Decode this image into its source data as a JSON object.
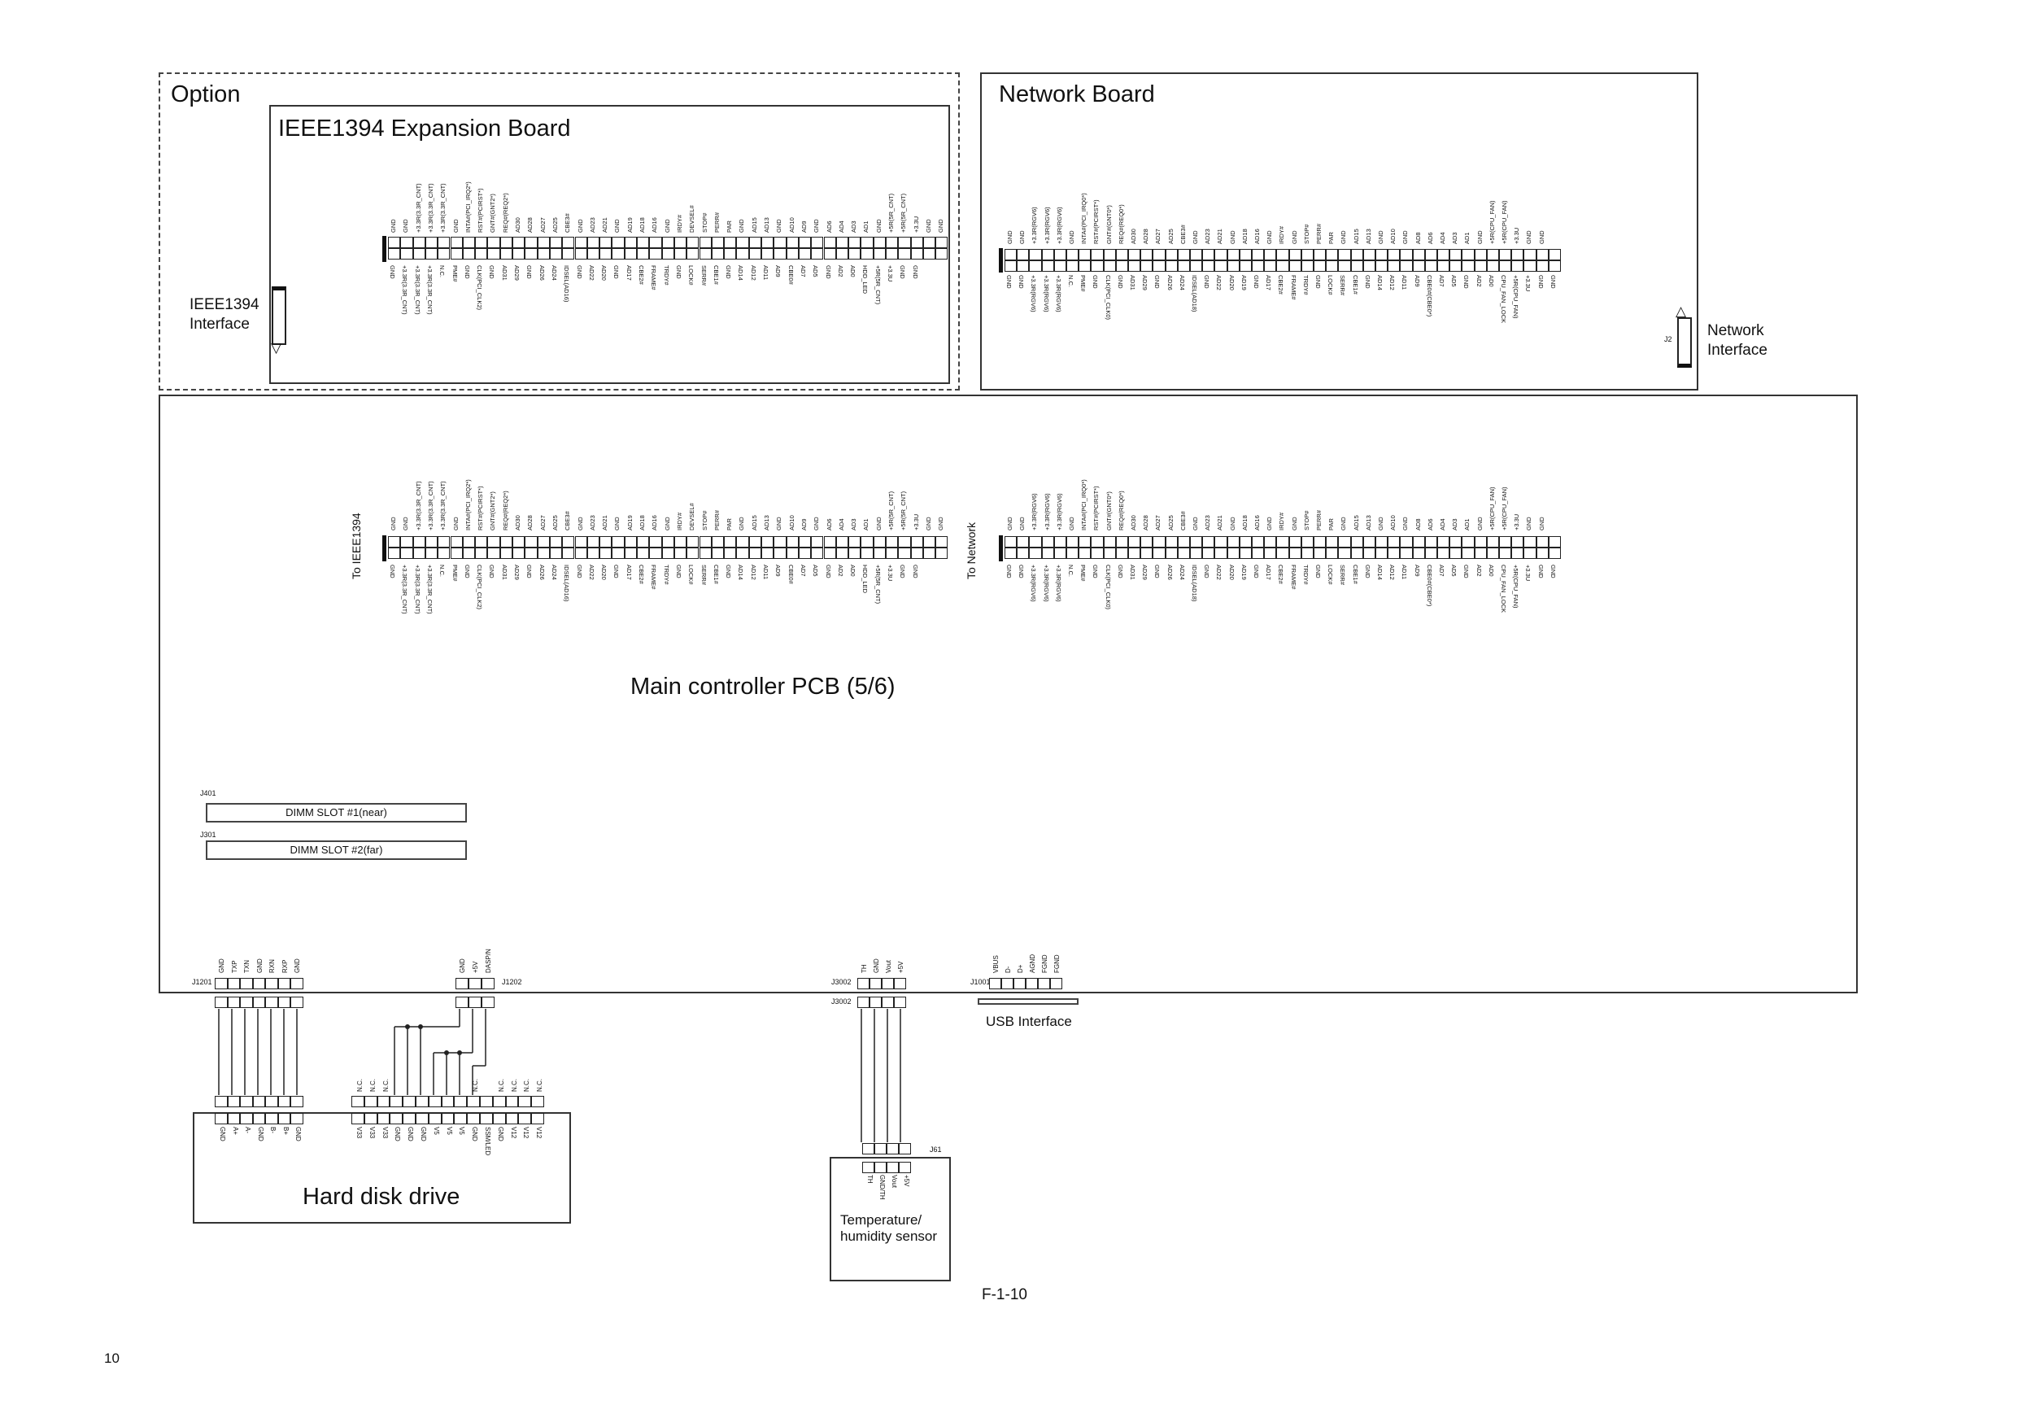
{
  "option": {
    "title": "Option",
    "ieee_board": {
      "title": "IEEE1394 Expansion Board",
      "interface_label_1": "IEEE1394",
      "interface_label_2": "Interface"
    }
  },
  "network_board": {
    "title": "Network Board",
    "interface_label_1": "Network",
    "interface_label_2": "Interface",
    "connector_id": "J2"
  },
  "main": {
    "title": "Main controller PCB (5/6)",
    "to_ieee": "To IEEE1394",
    "to_network": "To Network",
    "dimm1": "DIMM SLOT #1(near)",
    "dimm2": "DIMM SLOT #2(far)",
    "dimm1_id": "J401",
    "dimm2_id": "J301",
    "usb_label": "USB Interface"
  },
  "connectors": {
    "j1201": {
      "id": "J1201",
      "signals": [
        "GND",
        "TXP",
        "TXN",
        "GND",
        "RXN",
        "RXP",
        "GND"
      ]
    },
    "j1202": {
      "id": "J1202",
      "signals": [
        "GND",
        "+5V",
        "DASP/N"
      ]
    },
    "j3002": {
      "id": "J3002",
      "id2": "J3002",
      "signals": [
        "TH",
        "GND",
        "Vout",
        "+5V"
      ]
    },
    "j1001": {
      "id": "J1001",
      "signals": [
        "VBUS",
        "D-",
        "D+",
        "AGND",
        "FGND",
        "FGND"
      ]
    },
    "j61": {
      "id": "J61"
    }
  },
  "hdd": {
    "title": "Hard disk drive",
    "data_signals": [
      "GND",
      "A+",
      "A-",
      "GND",
      "B-",
      "B+",
      "GND"
    ],
    "power_signals": [
      "V33",
      "V33",
      "V33",
      "GND",
      "GND",
      "GND",
      "V5",
      "V5",
      "V5",
      "GND",
      "SSM/LED",
      "GND",
      "V12",
      "V12",
      "V12"
    ],
    "power_top_signals": [
      "N.C.",
      "N.C.",
      "N.C.",
      "",
      "",
      "",
      "",
      "",
      "",
      "N.C.",
      "",
      "N.C.",
      "N.C.",
      "N.C.",
      "N.C."
    ]
  },
  "sensor": {
    "title_1": "Temperature/",
    "title_2": "humidity sensor",
    "signals": [
      "TH",
      "GND/TH",
      "Vout",
      "+5V"
    ]
  },
  "pci_top_signals": [
    "GND",
    "GND",
    "+3.3R(3.3R_CNT)",
    "+3.3R(3.3R_CNT)",
    "+3.3R(3.3R_CNT)",
    "GND",
    "INTA#(PCI_IRQ2*)",
    "RST#(PCIRST*)",
    "GNT#(GNT2*)",
    "REQ#(REQ2*)",
    "AD30",
    "AD28",
    "AD27",
    "AD25",
    "CBE3#",
    "GND",
    "AD23",
    "AD21",
    "GND",
    "AD19",
    "AD18",
    "AD16",
    "GND",
    "IRDY#",
    "DEVSEL#",
    "STOP#",
    "PERR#",
    "PAR",
    "GND",
    "AD15",
    "AD13",
    "GND",
    "AD10",
    "AD9",
    "GND",
    "AD6",
    "AD4",
    "AD3",
    "AD1",
    "GND",
    "+5R(5R_CNT)",
    "+5R(5R_CNT)",
    "+3.3U",
    "GND",
    "GND"
  ],
  "pci_bottom_signals": [
    "GND",
    "+3.3R(3.3R_CNT)",
    "+3.3R(3.3R_CNT)",
    "+3.3R(3.3R_CNT)",
    "N.C.",
    "PME#",
    "GND",
    "CLK(PCI_CLK2)",
    "GND",
    "AD31",
    "AD29",
    "GND",
    "AD26",
    "AD24",
    "IDSEL(AD16)",
    "GND",
    "AD22",
    "AD20",
    "GND",
    "AD17",
    "CBE2#",
    "FRAME#",
    "TRDY#",
    "GND",
    "LOCK#",
    "SERR#",
    "CBE1#",
    "GND",
    "AD14",
    "AD12",
    "AD11",
    "AD9",
    "CBE0#",
    "AD7",
    "AD5",
    "GND",
    "AD2",
    "AD0",
    "HDD_LED",
    "+5R(5R_CNT)",
    "+3.3U",
    "GND",
    "GND"
  ],
  "net_top_signals": [
    "GND",
    "GND",
    "+3.3R(RGV6)",
    "+3.3R(RGV6)",
    "+3.3R(RGV6)",
    "GND",
    "INTA#(PCI_IRQ0*)",
    "RST#(PCIRST*)",
    "GNT#(GNT0*)",
    "REQ#(REQ0*)",
    "AD30",
    "AD28",
    "AD27",
    "AD25",
    "CBE3#",
    "GND",
    "AD23",
    "AD21",
    "GND",
    "AD18",
    "AD16",
    "GND",
    "IRDY#",
    "GND",
    "STOP#",
    "PERR#",
    "PAR",
    "GND",
    "AD15",
    "AD13",
    "GND",
    "AD10",
    "GND",
    "AD8",
    "AD6",
    "AD4",
    "AD3",
    "AD1",
    "GND",
    "+5R(CPU_FAN)",
    "+5R(CPU_FAN)",
    "+3.3U",
    "GND",
    "GND"
  ],
  "net_bottom_signals": [
    "GND",
    "GND",
    "+3.3R(RGV6)",
    "+3.3R(RGV6)",
    "+3.3R(RGV6)",
    "N.C.",
    "PME#",
    "GND",
    "CLK(PCI_CLK0)",
    "GND",
    "AD31",
    "AD29",
    "GND",
    "AD26",
    "AD24",
    "IDSEL(AD18)",
    "GND",
    "AD22",
    "AD20",
    "AD19",
    "GND",
    "AD17",
    "CBE2#",
    "FRAME#",
    "TRDY#",
    "GND",
    "LOCK#",
    "SERR#",
    "CBE1#",
    "GND",
    "AD14",
    "AD12",
    "AD11",
    "AD9",
    "CBE0#(CBE0*)",
    "AD7",
    "AD5",
    "GND",
    "AD2",
    "AD0",
    "CPU_FAN_LOCK",
    "+5R(CPU_FAN)",
    "+3.3U",
    "GND",
    "GND"
  ],
  "figure_id": "F-1-10",
  "page_number": "10"
}
